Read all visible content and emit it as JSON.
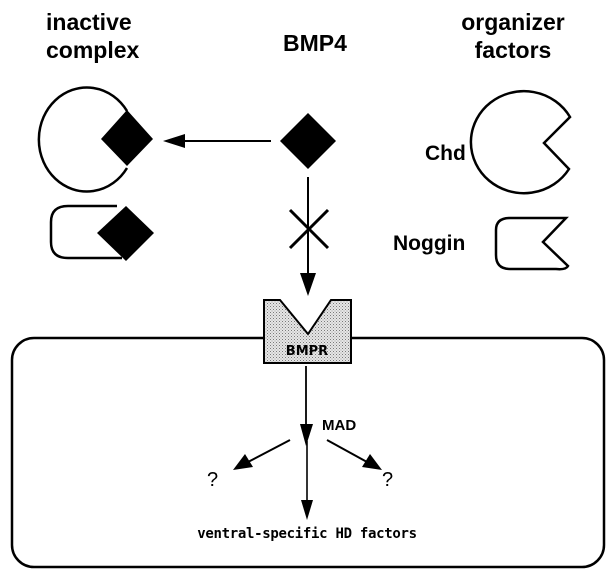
{
  "headers": {
    "inactive_complex": [
      "inactive",
      "complex"
    ],
    "bmp4": "BMP4",
    "organizer_factors": [
      "organizer",
      "factors"
    ]
  },
  "factors": {
    "chd": "Chd",
    "noggin": "Noggin"
  },
  "cell": {
    "receptor": "BMPR",
    "transducer": "MAD",
    "unknown_left": "?",
    "unknown_right": "?",
    "target": "ventral-specific HD factors"
  },
  "colors": {
    "ink": "#000000",
    "receptor_fill": "#d9d9d9",
    "background": "#ffffff"
  }
}
